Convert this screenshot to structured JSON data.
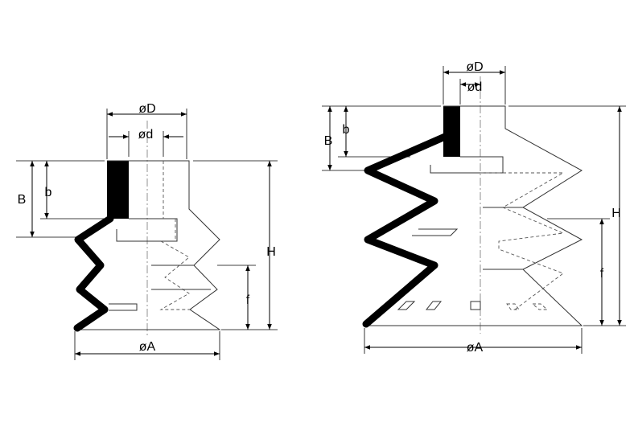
{
  "left_cup": {
    "labels": {
      "outer_top_diameter": "øD",
      "inner_diameter": "ød",
      "height_B": "B",
      "height_b": "b",
      "total_height": "H",
      "fold_height": "f",
      "base_diameter": "øA"
    }
  },
  "right_cup": {
    "labels": {
      "outer_top_diameter": "øD",
      "inner_diameter": "ød",
      "height_B": "B",
      "height_b": "b",
      "total_height": "H",
      "fold_height": "f",
      "base_diameter": "øA"
    }
  }
}
